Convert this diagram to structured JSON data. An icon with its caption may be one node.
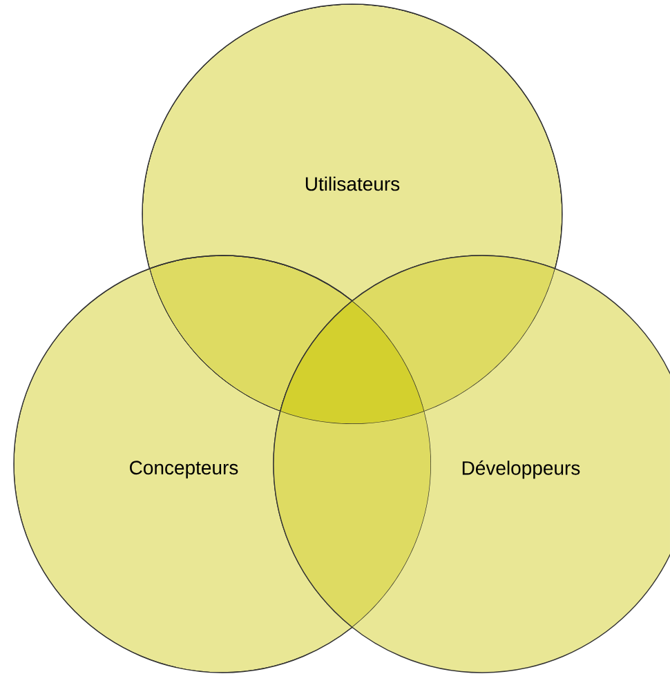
{
  "diagram": {
    "nodes": [
      {
        "text": [
          "Utilisateurs"
        ]
      },
      {
        "text": [
          "Concepteurs"
        ]
      },
      {
        "text": [
          "Développeurs"
        ]
      }
    ]
  }
}
